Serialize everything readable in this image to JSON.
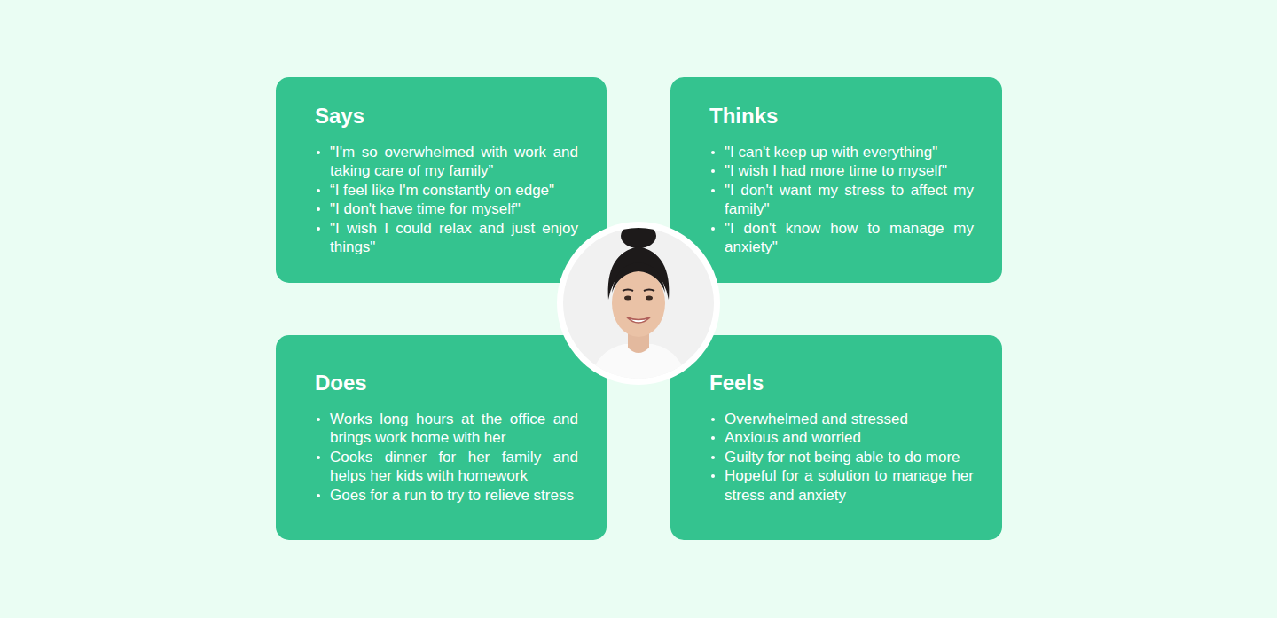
{
  "diagram": {
    "nodes": [
      {
        "text": [
          "Says",
          "\"I'm so overwhelmed with work and taking care of my family”",
          "“I feel like I'm constantly on edge\"",
          "\"I don't have time for myself\"",
          "\"I wish I could relax and just enjoy things\""
        ]
      },
      {
        "text": [
          "Thinks",
          "\"I can't keep up with everything\"",
          "\"I wish I had more time to myself\"",
          "\"I don't want my stress to affect my family\"",
          "\"I don't know how to manage my anxiety\""
        ]
      },
      {
        "text": [
          "Does",
          "Works long hours at the office and brings work home with her",
          "Cooks dinner for her family and helps her kids with homework",
          "Goes for a run to try to relieve stress"
        ]
      },
      {
        "text": [
          "Feels",
          "Overwhelmed and stressed",
          "Anxious and worried",
          "Guilty for not being able to do more",
          "Hopeful for a solution to manage her stress and anxiety"
        ]
      }
    ]
  }
}
